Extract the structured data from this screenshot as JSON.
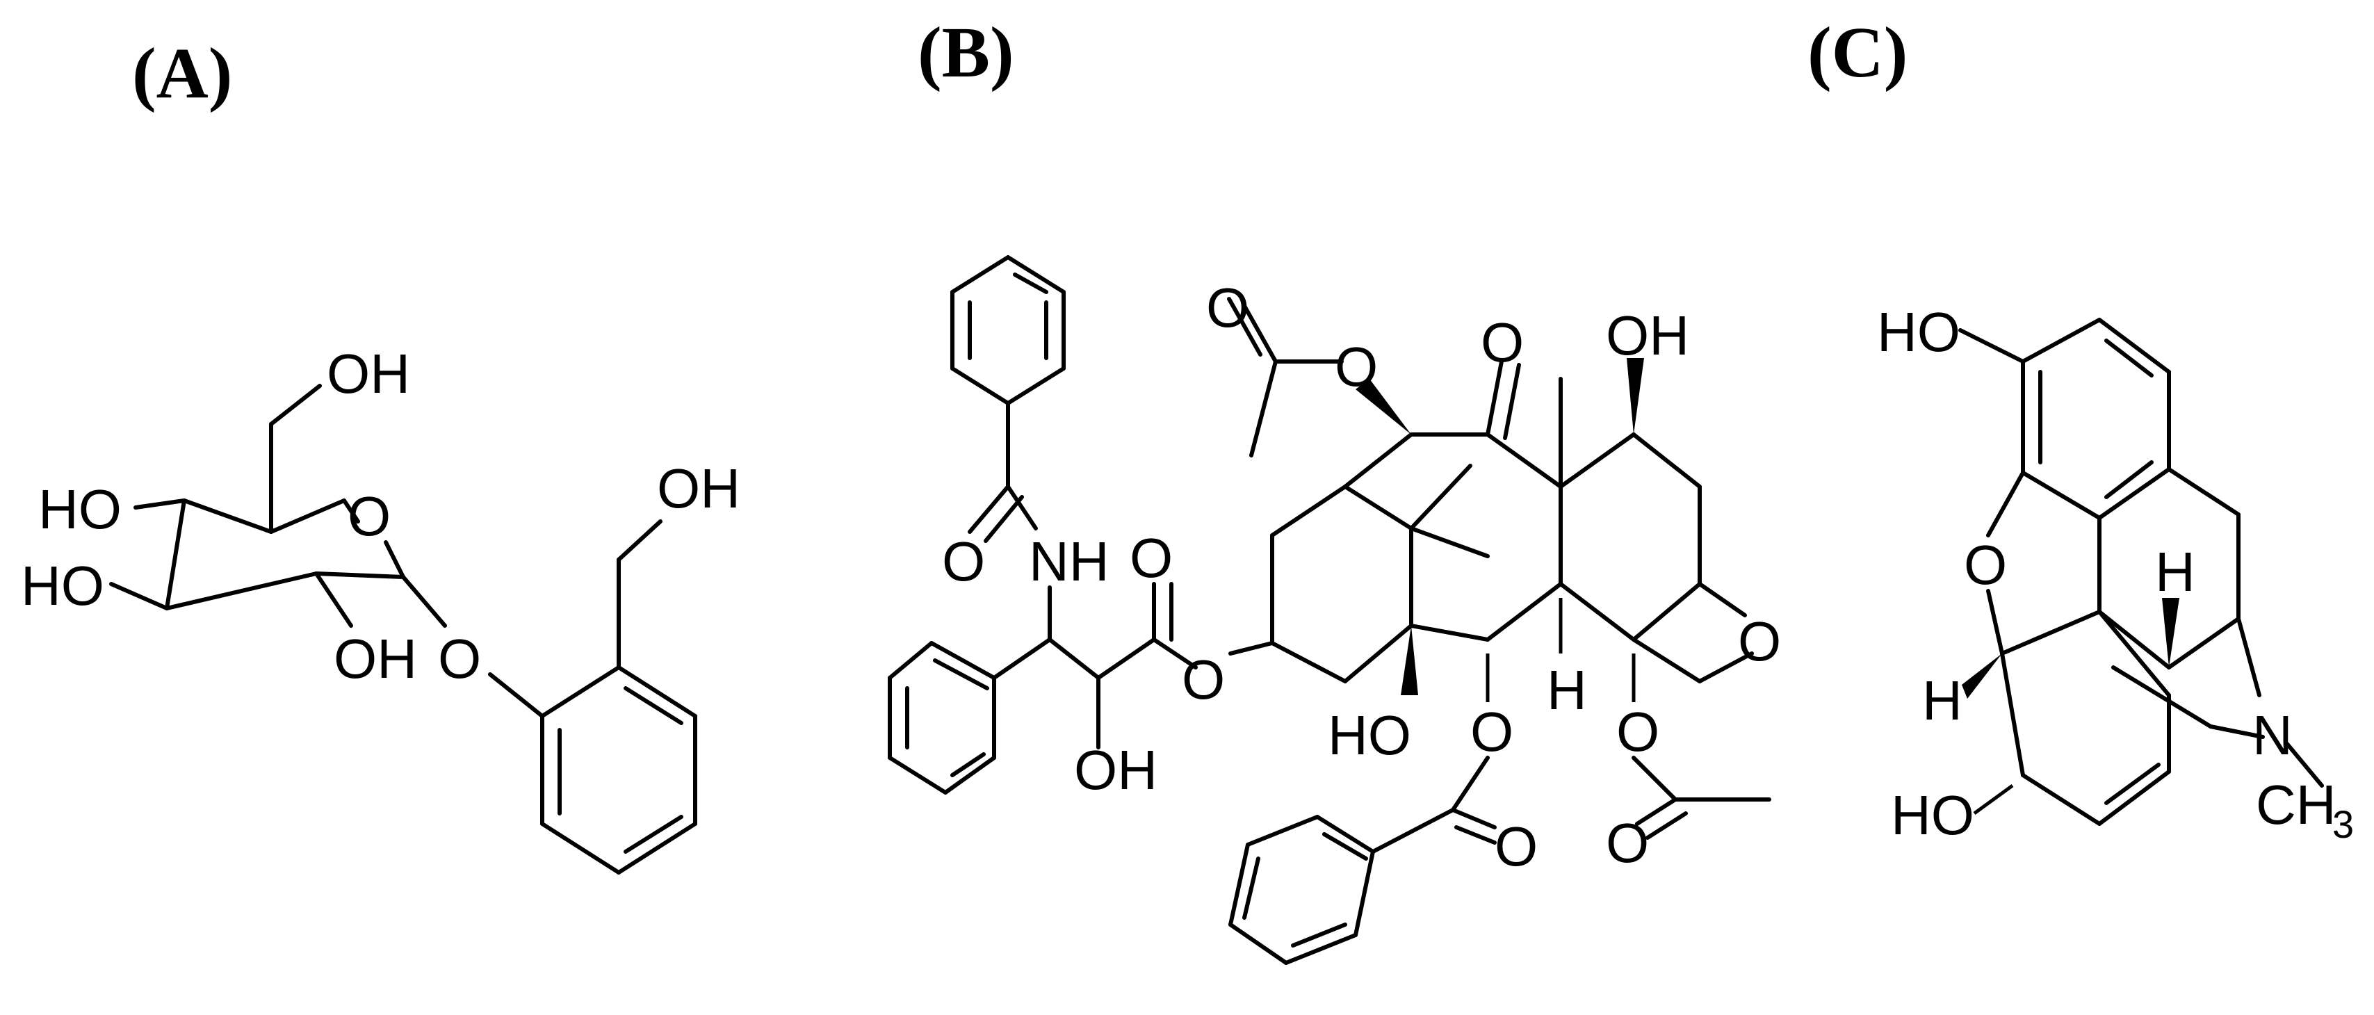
{
  "panels": [
    {
      "label": "(A)"
    },
    {
      "label": "(B)"
    },
    {
      "label": "(C)"
    }
  ],
  "atom_labels": {
    "oh": "OH",
    "ho": "HO",
    "o": "O",
    "nh": "NH",
    "h": "H",
    "n": "N",
    "ch": "CH",
    "three": "3"
  }
}
